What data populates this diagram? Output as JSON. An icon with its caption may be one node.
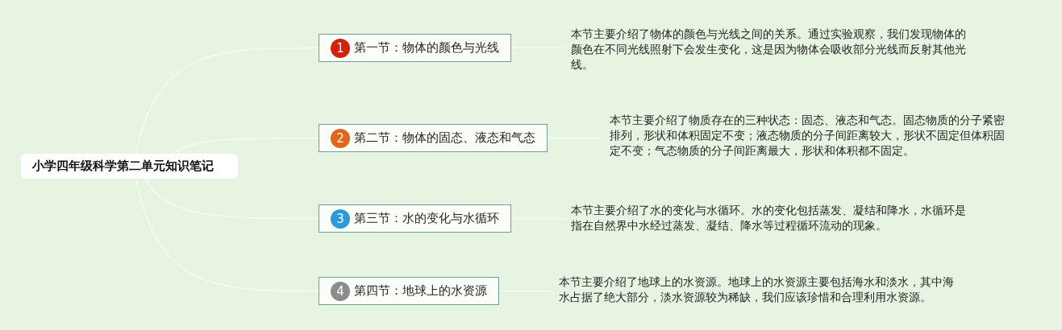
{
  "diagram": {
    "nodes": [
      {
        "text": [
          "小学四年级科学第二单元知识笔记"
        ]
      },
      {
        "text": [
          "1",
          "第一节：物体的颜色与光线"
        ]
      },
      {
        "text": [
          "2",
          "第二节：物体的固态、液态和气态"
        ]
      },
      {
        "text": [
          "3",
          "第三节：水的变化与水循环"
        ]
      },
      {
        "text": [
          "4",
          "第四节：地球上的水资源"
        ]
      },
      {
        "text": [
          "本节主要介绍了物体的颜色与光线之间的关系。通过实验观察，我们发现物体的颜色在不同光线照射下会发生变化，这是因为物体会吸收部分光线而反射其他光线。"
        ]
      },
      {
        "text": [
          "本节主要介绍了物质存在的三种状态：固态、液态和气态。固态物质的分子紧密排列，形状和体积固定不变；液态物质的分子间距离较大，形状不固定但体积固定不变；气态物质的分子间距离最大，形状和体积都不固定。"
        ]
      },
      {
        "text": [
          "本节主要介绍了水的变化与水循环。水的变化包括蒸发、凝结和降水，水循环是指在自然界中水经过蒸发、凝结、降水等过程循环流动的现象。"
        ]
      },
      {
        "text": [
          "本节主要介绍了地球上的水资源。地球上的水资源主要包括海水和淡水，其中海水占据了绝大部分，淡水资源较为稀缺，我们应该珍惜和合理利用水资源。"
        ]
      }
    ],
    "edges": [
      {
        "from": 0,
        "to": 1,
        "arrow": "none"
      },
      {
        "from": 0,
        "to": 2,
        "arrow": "none"
      },
      {
        "from": 0,
        "to": 3,
        "arrow": "none"
      },
      {
        "from": 0,
        "to": 4,
        "arrow": "none"
      },
      {
        "from": 1,
        "to": 5,
        "arrow": "none"
      },
      {
        "from": 2,
        "to": 6,
        "arrow": "none"
      },
      {
        "from": 3,
        "to": 7,
        "arrow": "none"
      },
      {
        "from": 4,
        "to": 8,
        "arrow": "none"
      }
    ]
  }
}
